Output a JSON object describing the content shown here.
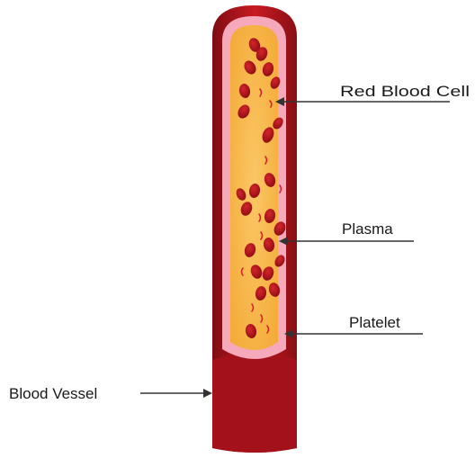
{
  "labels": {
    "red_blood_cell": "Red Blood Cell",
    "plasma": "Plasma",
    "platelet": "Platelet",
    "blood_vessel": "Blood Vessel"
  },
  "colors": {
    "vessel_wall": "#a4141c",
    "vessel_wall_light": "#d01e26",
    "inner_lining": "#f4a6b8",
    "plasma": "#f7b544",
    "red_blood_cell": "#b5121b",
    "platelet": "#d8202a",
    "pointer_line": "#333333"
  }
}
